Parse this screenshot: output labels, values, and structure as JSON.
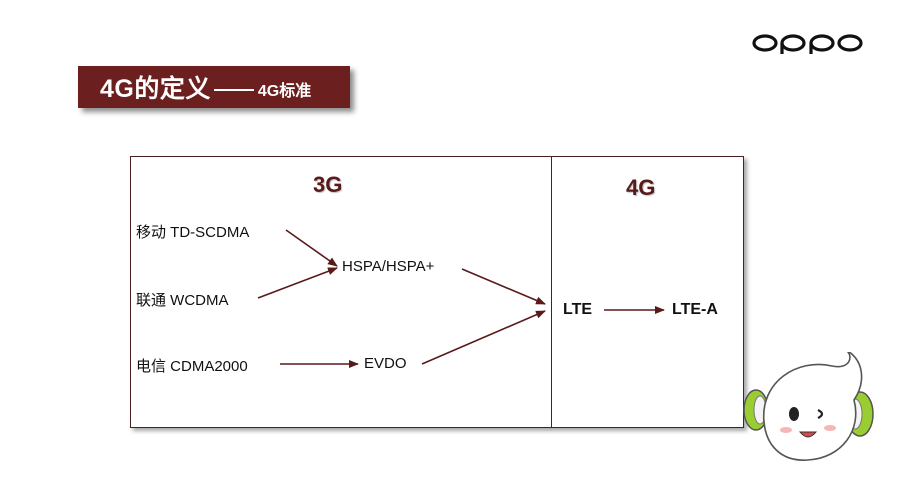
{
  "brand": {
    "logo_text": "oppo"
  },
  "title": {
    "main": "4G的定义",
    "sub": "4G标准"
  },
  "diagram": {
    "header_3g": "3G",
    "header_4g": "4G",
    "nodes": {
      "td_scdma": "移动 TD-SCDMA",
      "wcdma": "联通 WCDMA",
      "cdma2000": "电信 CDMA2000",
      "hspa": "HSPA/HSPA+",
      "evdo": "EVDO",
      "lte": "LTE",
      "lte_a": "LTE-A"
    }
  },
  "colors": {
    "title_bg": "#6b1f1f",
    "arrow": "#5a1a1a",
    "header": "#5a1a1a",
    "mascot_accent": "#9acd32"
  }
}
